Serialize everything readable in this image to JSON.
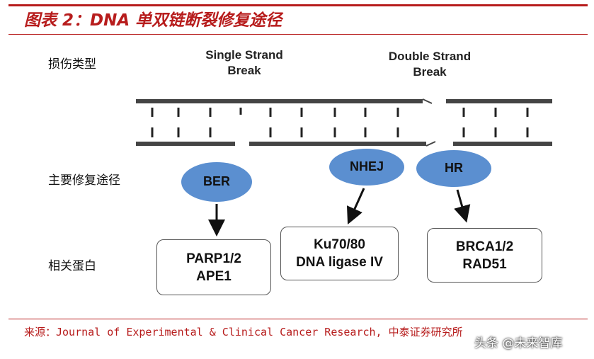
{
  "title": "图表 2：DNA 单双链断裂修复途径",
  "row_labels": {
    "damage_type": "损伤类型",
    "repair_pathway": "主要修复途径",
    "related_protein": "相关蛋白"
  },
  "break_types": {
    "single": {
      "line1": "Single Strand",
      "line2": "Break"
    },
    "double": {
      "line1": "Double Strand",
      "line2": "Break"
    }
  },
  "pathways": {
    "ber": "BER",
    "nhej": "NHEJ",
    "hr": "HR"
  },
  "proteins": {
    "ber": {
      "line1": "PARP1/2",
      "line2": "APE1"
    },
    "nhej": {
      "line1": "Ku70/80",
      "line2": "DNA ligase IV"
    },
    "hr": {
      "line1": "BRCA1/2",
      "line2": "RAD51"
    }
  },
  "source": "来源：Journal of Experimental & Clinical Cancer Research, 中泰证券研究所",
  "watermark": "头条 @未来智库",
  "colors": {
    "accent": "#b71c1c",
    "node_fill": "#5b8fd0",
    "strand": "#444444"
  }
}
